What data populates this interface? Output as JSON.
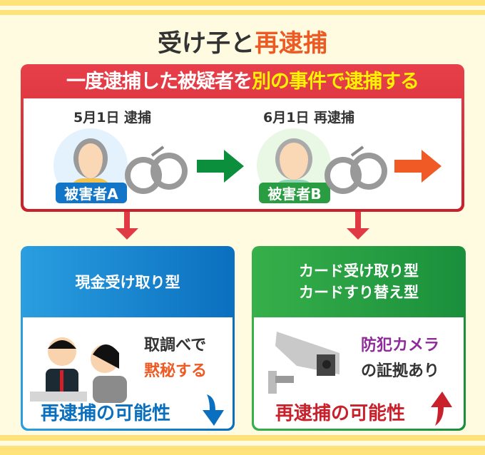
{
  "title": {
    "part1": "受け子と",
    "part2": "再逮捕"
  },
  "banner": {
    "part1": "一度逮捕した被疑者を",
    "part2": "別の事件で逮捕する"
  },
  "timeline": [
    {
      "date": "5月1日 逮捕",
      "victim": "被害者A"
    },
    {
      "date": "6月1日 再逮捕",
      "victim": "被害者B"
    }
  ],
  "cash": {
    "heading": "現金受け取り型",
    "line1": "取調べで",
    "line2": "黙秘する",
    "result": "再逮捕の可能性",
    "trend": "down"
  },
  "card": {
    "heading1": "カード受け取り型",
    "heading2": "カードすり替え型",
    "line1": "防犯カメラ",
    "line2": "の証拠あり",
    "result": "再逮捕の可能性",
    "trend": "up"
  },
  "colors": {
    "accent": "#ee5a24",
    "red": "#d52a34",
    "blue": "#0a6fbf",
    "green": "#1f9a3e",
    "purple": "#8e2a9a"
  }
}
